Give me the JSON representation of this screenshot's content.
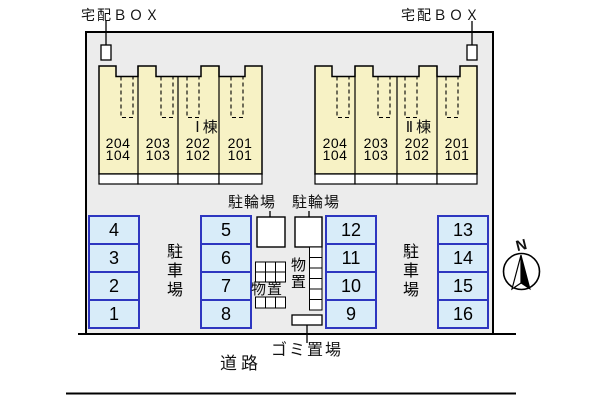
{
  "delivery_boxes": {
    "left_label": "宅配ＢＯＸ",
    "right_label": "宅配ＢＯＸ"
  },
  "buildings": [
    {
      "name": "Ⅰ棟",
      "units": [
        {
          "upper": "204",
          "lower": "104"
        },
        {
          "upper": "203",
          "lower": "103"
        },
        {
          "upper": "202",
          "lower": "102"
        },
        {
          "upper": "201",
          "lower": "101"
        }
      ]
    },
    {
      "name": "Ⅱ棟",
      "units": [
        {
          "upper": "204",
          "lower": "104"
        },
        {
          "upper": "203",
          "lower": "103"
        },
        {
          "upper": "202",
          "lower": "102"
        },
        {
          "upper": "201",
          "lower": "101"
        }
      ]
    }
  ],
  "bicycle_parking": {
    "left_label": "駐輪場",
    "right_label": "駐輪場"
  },
  "storage": {
    "left_label": "物置",
    "right_label": "物置"
  },
  "car_parking": {
    "left_label": "駐車場",
    "right_label": "駐車場",
    "columns": [
      [
        "4",
        "3",
        "2",
        "1"
      ],
      [
        "5",
        "6",
        "7",
        "8"
      ],
      [
        "12",
        "11",
        "10",
        "9"
      ],
      [
        "13",
        "14",
        "15",
        "16"
      ]
    ]
  },
  "garbage": {
    "label": "ゴミ置場"
  },
  "road": {
    "label": "道路"
  },
  "compass": {
    "label": "N"
  },
  "colors": {
    "site_fill": "#ececec",
    "building_fill": "#f7f2c5",
    "stall_fill": "#d8ecf9",
    "stall_border": "#2d36c0",
    "line": "#000000"
  }
}
